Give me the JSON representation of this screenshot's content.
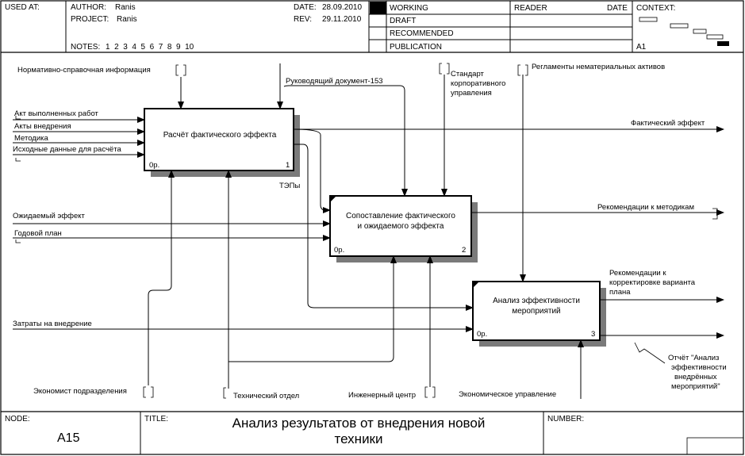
{
  "header": {
    "used_at_label": "USED AT:",
    "author_label": "AUTHOR:",
    "author": "Ranis",
    "project_label": "PROJECT:",
    "project": "Ranis",
    "date_label": "DATE:",
    "date": "28.09.2010",
    "rev_label": "REV:",
    "rev": "29.11.2010",
    "notes_label": "NOTES:",
    "notes": "1  2  3  4  5  6  7  8  9  10",
    "status": [
      "WORKING",
      "DRAFT",
      "RECOMMENDED",
      "PUBLICATION"
    ],
    "reader_label": "READER",
    "reader_date_label": "DATE",
    "context_label": "CONTEXT:",
    "context_node": "A1"
  },
  "boxes": [
    {
      "title_lines": [
        "Расчёт фактического эффекта"
      ],
      "cost": "0р.",
      "number": "1"
    },
    {
      "title_lines": [
        "Сопоставление фактического",
        "и ожидаемого эффекта"
      ],
      "cost": "0р.",
      "number": "2"
    },
    {
      "title_lines": [
        "Анализ эффективности",
        "мероприятий"
      ],
      "cost": "0р.",
      "number": "3"
    }
  ],
  "arrows": {
    "normative": "Нормативно-справочная информация",
    "guiding_doc": "Руководящий документ-153",
    "corp_standard": [
      "Стандарт",
      "корпоративного",
      "управления"
    ],
    "regulations": "Регламенты нематериальных активов",
    "act_works": "Акт выполненных работ",
    "acts_impl": "Акты внедрения",
    "method": "Методика",
    "source_data": "Исходные данные для расчёта",
    "actual_effect": "Фактический эффект",
    "tep": "ТЭПы",
    "expected_effect": "Ожидаемый эффект",
    "annual_plan": "Годовой план",
    "method_recs": "Рекомендации к методикам",
    "plan_recs": [
      "Рекомендации к",
      "корректировке варианта",
      "плана"
    ],
    "impl_costs": "Затраты на внедрение",
    "report": [
      "Отчёт \"Анализ",
      "эффективности",
      "внедрённых",
      "мероприятий\""
    ],
    "economist": "Экономист подразделения",
    "tech_dept": "Технический отдел",
    "eng_center": "Инженерный центр",
    "econ_dept": "Экономическое управление"
  },
  "footer": {
    "node_label": "NODE:",
    "node": "A15",
    "title_label": "TITLE:",
    "title_lines": [
      "Анализ результатов  от внедрения новой",
      "техники"
    ],
    "number_label": "NUMBER:"
  }
}
